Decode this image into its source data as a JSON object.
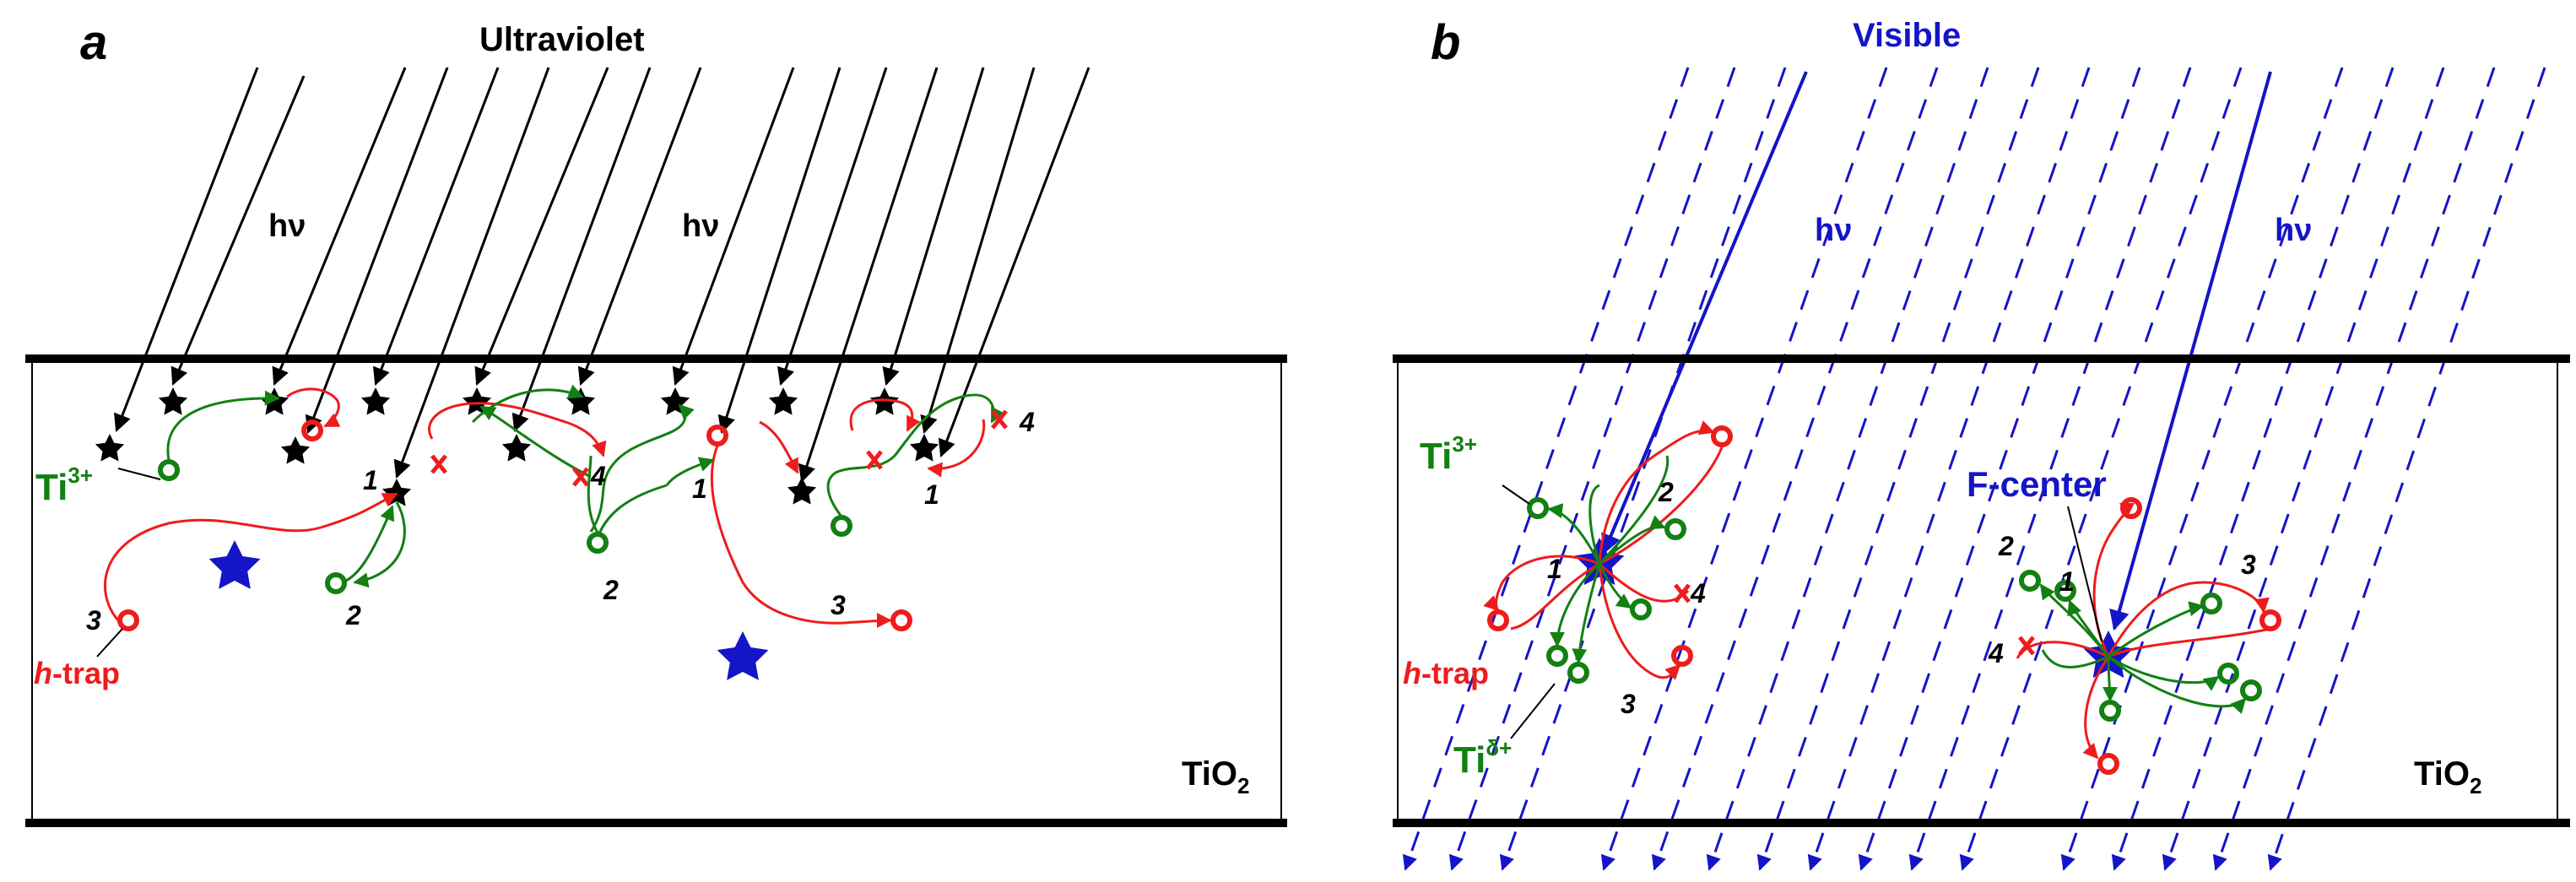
{
  "colors": {
    "black": "#000000",
    "red": "#ee1c1c",
    "green": "#128012",
    "blue": "#1414c8",
    "white": "#ffffff"
  },
  "panel_a": {
    "letter": "a",
    "light_label": "Ultraviolet",
    "hv_label_1": "hν",
    "hv_label_2": "hν",
    "ti3_base": "Ti",
    "ti3_sup": "3+",
    "htrap_h": "h",
    "htrap_rest": "-trap",
    "material_base": "TiO",
    "material_sub": "2",
    "num_1a": "1",
    "num_1b": "1",
    "num_1c": "1",
    "num_2a": "2",
    "num_2b": "2",
    "num_3a": "3",
    "num_3b": "3",
    "num_4a": "4",
    "num_4b": "4"
  },
  "panel_b": {
    "letter": "b",
    "light_label": "Visible",
    "hv_label_1": "hν",
    "hv_label_2": "hν",
    "ti3_base": "Ti",
    "ti3_sup": "3+",
    "tid_base": "Ti",
    "tid_sup": "δ+",
    "htrap_h": "h",
    "htrap_rest": "-trap",
    "fcenter_label": "F-center",
    "material_base": "TiO",
    "material_sub": "2",
    "num_1a": "1",
    "num_1b": "1",
    "num_2a": "2",
    "num_2b": "2",
    "num_3a": "3",
    "num_3b": "3",
    "num_4a": "4",
    "num_4b": "4"
  }
}
